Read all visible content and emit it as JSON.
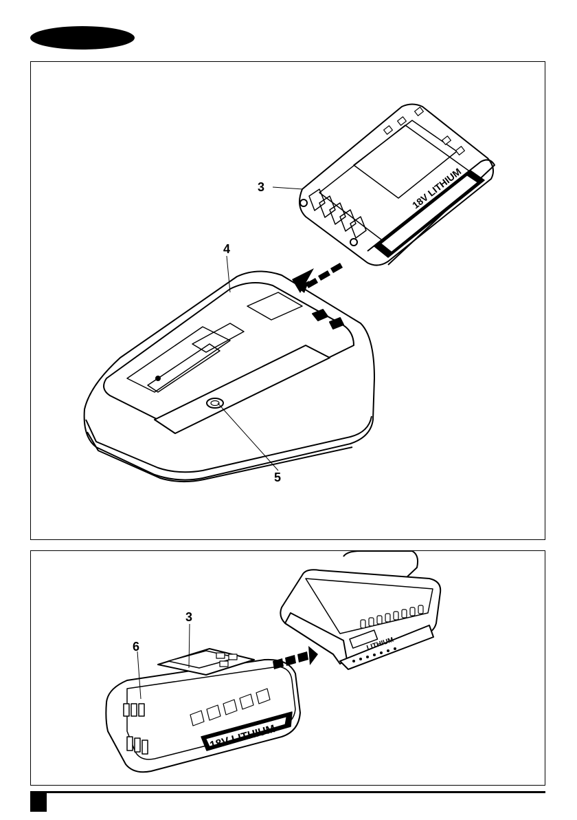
{
  "figure_a": {
    "callouts": {
      "battery": "3",
      "charger": "4",
      "charge_indicator": "5"
    },
    "battery_brand": "18V LITHIUM"
  },
  "figure_b": {
    "callouts": {
      "battery": "3",
      "release_button": "6"
    },
    "battery_brand": "18V LITHIUM",
    "tool_brand": "LITHIUM"
  }
}
